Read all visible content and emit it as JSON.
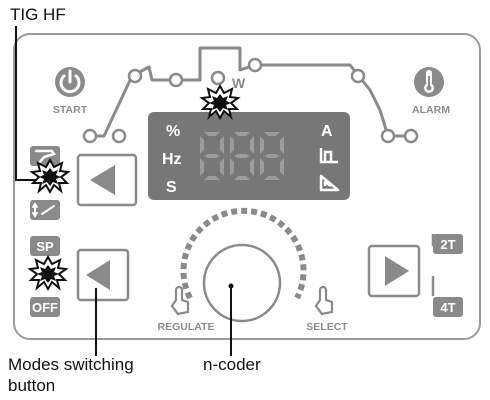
{
  "callouts": {
    "tig_hf": "TIG HF",
    "modes_line1": "Modes switching",
    "modes_line2": "button",
    "ncoder": "n-coder"
  },
  "panel": {
    "start_label": "START",
    "alarm_label": "ALARM",
    "regulate_label": "REGULATE",
    "select_label": "SELECT",
    "w_label": "W",
    "display": {
      "digits": "888",
      "left_units": [
        "%",
        "Hz",
        "S"
      ],
      "right_unit": "A"
    },
    "sp_label": "SP",
    "off_label": "OFF",
    "t2_label": "2T",
    "t4_label": "4T"
  },
  "colors": {
    "panel_border": "#9a9a9a",
    "element_gray": "#8a8a8a",
    "display_bg": "#777777",
    "display_digit": "#9c9c9c",
    "label_gray": "#8c8c8c"
  },
  "icons": [
    "power-icon",
    "thermometer-icon",
    "hand-pointer-icon",
    "left-arrow-icon",
    "right-arrow-icon",
    "torch-icon",
    "flash-burst-icon"
  ]
}
